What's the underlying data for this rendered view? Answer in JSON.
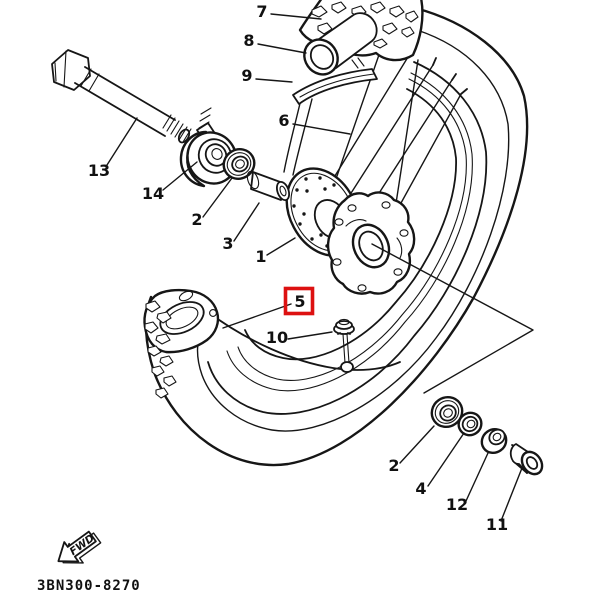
{
  "diagram": {
    "type": "exploded-parts-diagram",
    "subject": "motorcycle front wheel assembly",
    "fwd_label": "FWD",
    "highlighted_ref": "5",
    "highlight_color": "#dd1111",
    "line_color": "#161616",
    "labels": [
      {
        "ref": "7"
      },
      {
        "ref": "8"
      },
      {
        "ref": "9"
      },
      {
        "ref": "6"
      },
      {
        "ref": "13"
      },
      {
        "ref": "14"
      },
      {
        "ref": "2"
      },
      {
        "ref": "3"
      },
      {
        "ref": "1"
      },
      {
        "ref": "5"
      },
      {
        "ref": "10"
      },
      {
        "ref": "2"
      },
      {
        "ref": "4"
      },
      {
        "ref": "12"
      },
      {
        "ref": "11"
      }
    ]
  },
  "footer": {
    "part_number": "3BN300-8270"
  }
}
